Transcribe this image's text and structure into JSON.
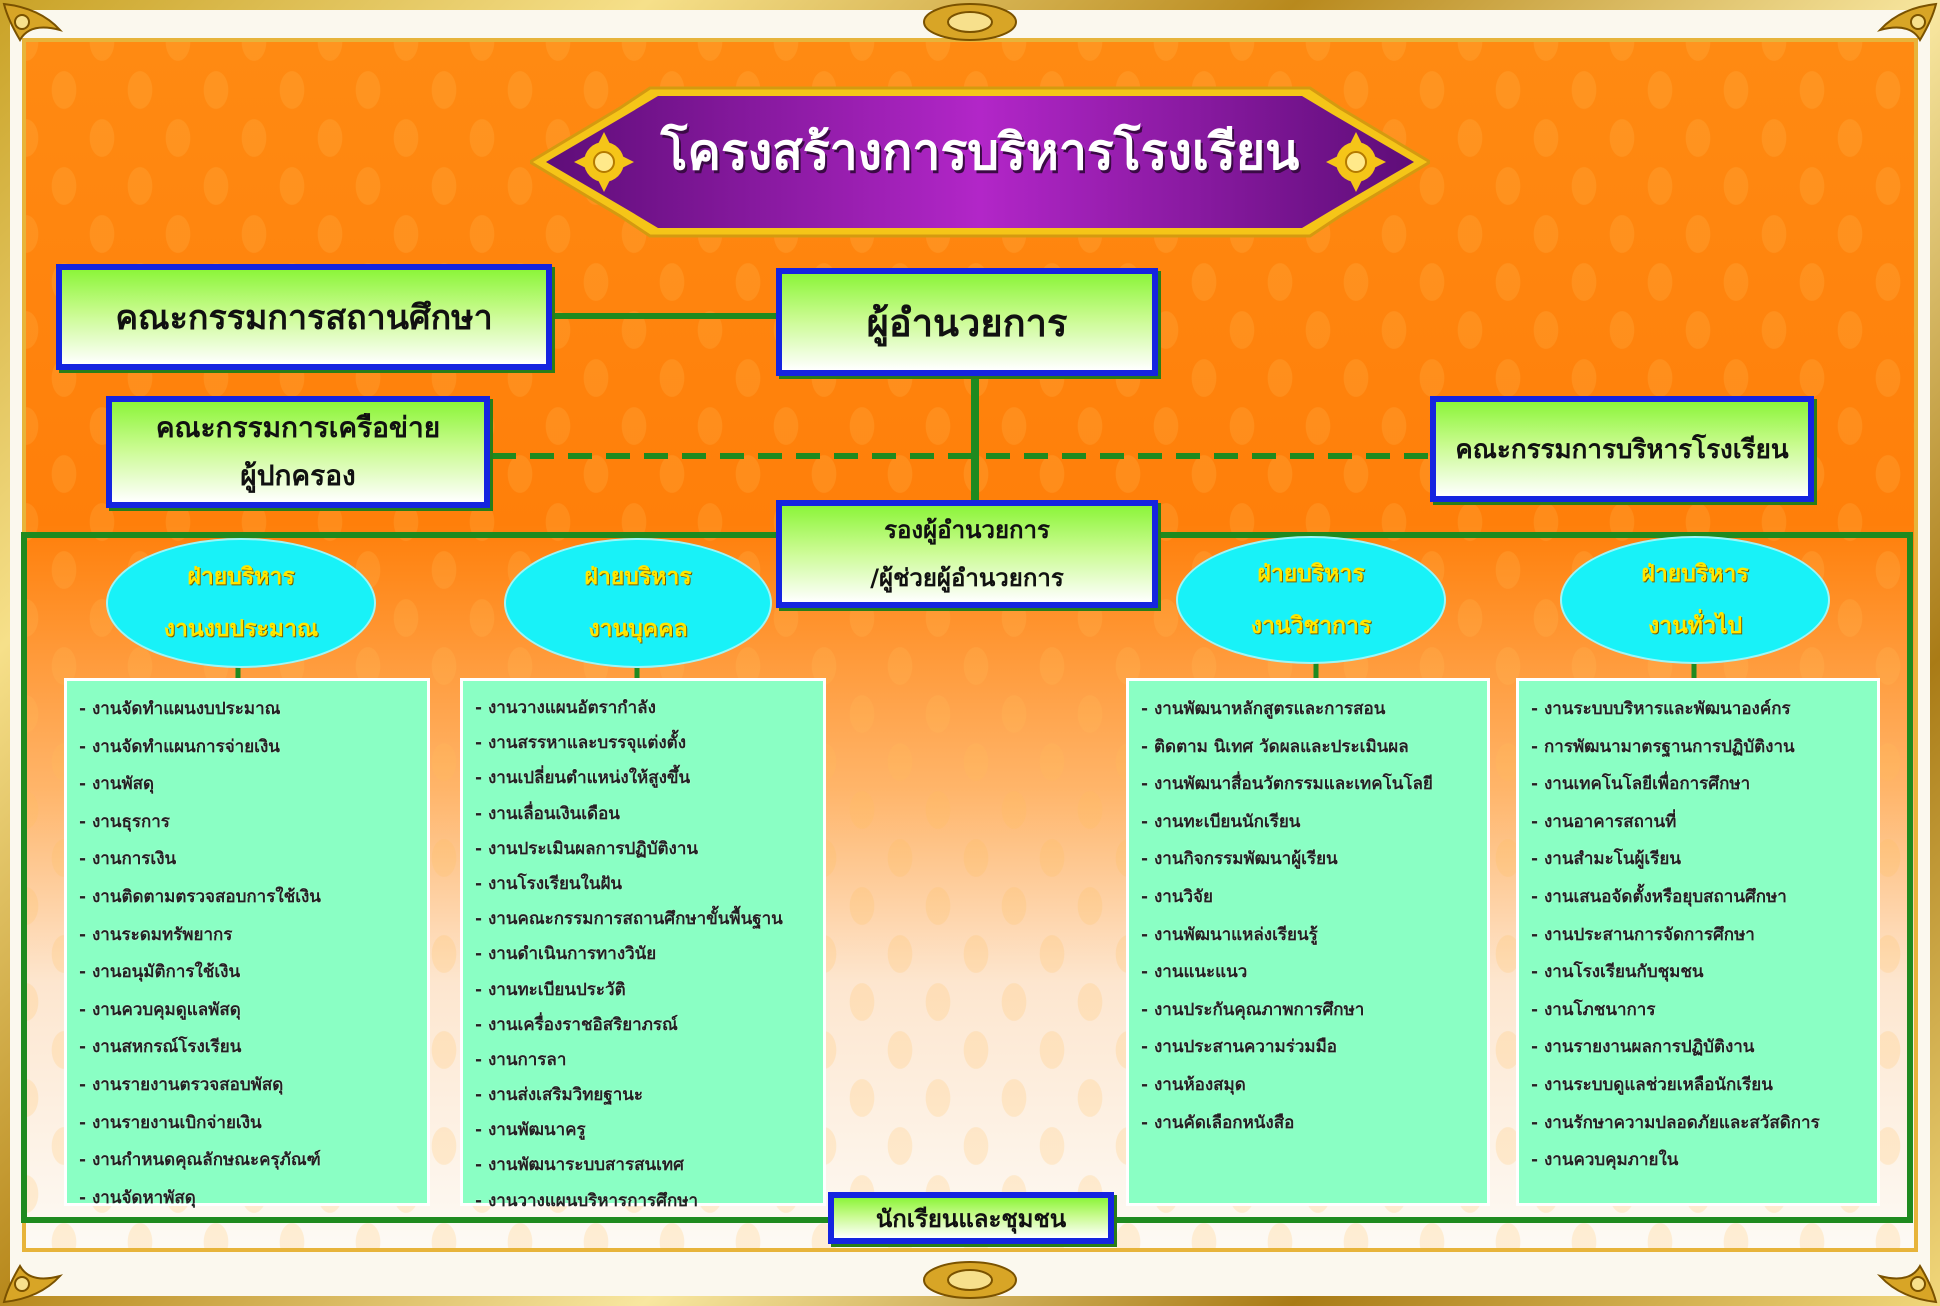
{
  "title": "โครงสร้างการบริหารโรงเรียน",
  "nodes": {
    "school_board": "คณะกรรมการสถานศึกษา",
    "director": "ผู้อำนวยการ",
    "parent_network": [
      "คณะกรรมการเครือข่าย",
      "ผู้ปกครอง"
    ],
    "admin_committee": "คณะกรรมการบริหารโรงเรียน",
    "deputy": [
      "รองผู้อำนวยการ",
      "/ผู้ช่วยผู้อำนวยการ"
    ],
    "students_community": "นักเรียนและชุมชน"
  },
  "departments": [
    {
      "name": [
        "ฝ่ายบริหาร",
        "งานงบประมาณ"
      ],
      "tasks": [
        "งานจัดทำแผนงบประมาณ",
        "งานจัดทำแผนการจ่ายเงิน",
        "งานพัสดุ",
        "งานธุรการ",
        "งานการเงิน",
        "งานติดตามตรวจสอบการใช้เงิน",
        "งานระดมทรัพยากร",
        "งานอนุมัติการใช้เงิน",
        "งานควบคุมดูแลพัสดุ",
        "งานสหกรณ์โรงเรียน",
        "งานรายงานตรวจสอบพัสดุ",
        "งานรายงานเบิกจ่ายเงิน",
        "งานกำหนดคุณลักษณะครุภัณฑ์",
        "งานจัดหาพัสดุ"
      ]
    },
    {
      "name": [
        "ฝ่ายบริหาร",
        "งานบุคคล"
      ],
      "tasks": [
        "งานวางแผนอัตรากำลัง",
        "งานสรรหาและบรรจุแต่งตั้ง",
        "งานเปลี่ยนตำแหน่งให้สูงขึ้น",
        "งานเลื่อนเงินเดือน",
        "งานประเมินผลการปฏิบัติงาน",
        "งานโรงเรียนในฝัน",
        "งานคณะกรรมการสถานศึกษาขั้นพื้นฐาน",
        "งานดำเนินการทางวินัย",
        "งานทะเบียนประวัติ",
        "งานเครื่องราชอิสริยาภรณ์",
        "งานการลา",
        "งานส่งเสริมวิทยฐานะ",
        "งานพัฒนาครู",
        "งานพัฒนาระบบสารสนเทศ",
        "งานวางแผนบริหารการศึกษา"
      ]
    },
    {
      "name": [
        "ฝ่ายบริหาร",
        "งานวิชาการ"
      ],
      "tasks": [
        "งานพัฒนาหลักสูตรและการสอน",
        "ติดตาม นิเทศ วัดผลและประเมินผล",
        "งานพัฒนาสื่อนวัตกรรมและเทคโนโลยี",
        "งานทะเบียนนักเรียน",
        "งานกิจกรรมพัฒนาผู้เรียน",
        "งานวิจัย",
        "งานพัฒนาแหล่งเรียนรู้",
        "งานแนะแนว",
        "งานประกันคุณภาพการศึกษา",
        "งานประสานความร่วมมือ",
        "งานห้องสมุด",
        "งานคัดเลือกหนังสือ"
      ]
    },
    {
      "name": [
        "ฝ่ายบริหาร",
        "งานทั่วไป"
      ],
      "tasks": [
        "งานระบบบริหารและพัฒนาองค์กร",
        "การพัฒนามาตรฐานการปฏิบัติงาน",
        "งานเทคโนโลยีเพื่อการศึกษา",
        "งานอาคารสถานที่",
        "งานสำมะโนผู้เรียน",
        "งานเสนอจัดตั้งหรือยุบสถานศึกษา",
        "งานประสานการจัดการศึกษา",
        "งานโรงเรียนกับชุมชน",
        "งานโภชนาการ",
        "งานรายงานผลการปฏิบัติงาน",
        "งานระบบดูแลช่วยเหลือนักเรียน",
        "งานรักษาความปลอดภัยและสวัสดิการ",
        "งานควบคุมภายใน"
      ]
    }
  ],
  "colors": {
    "background_orange": "#ff8a12",
    "box_border_blue": "#1524e0",
    "line_green": "#1f8a1f",
    "oval_cyan": "#18f2f8",
    "oval_text_yellow": "#ffe600",
    "panel_mint": "#8affc4",
    "banner_purple": "#8a1aa0"
  }
}
